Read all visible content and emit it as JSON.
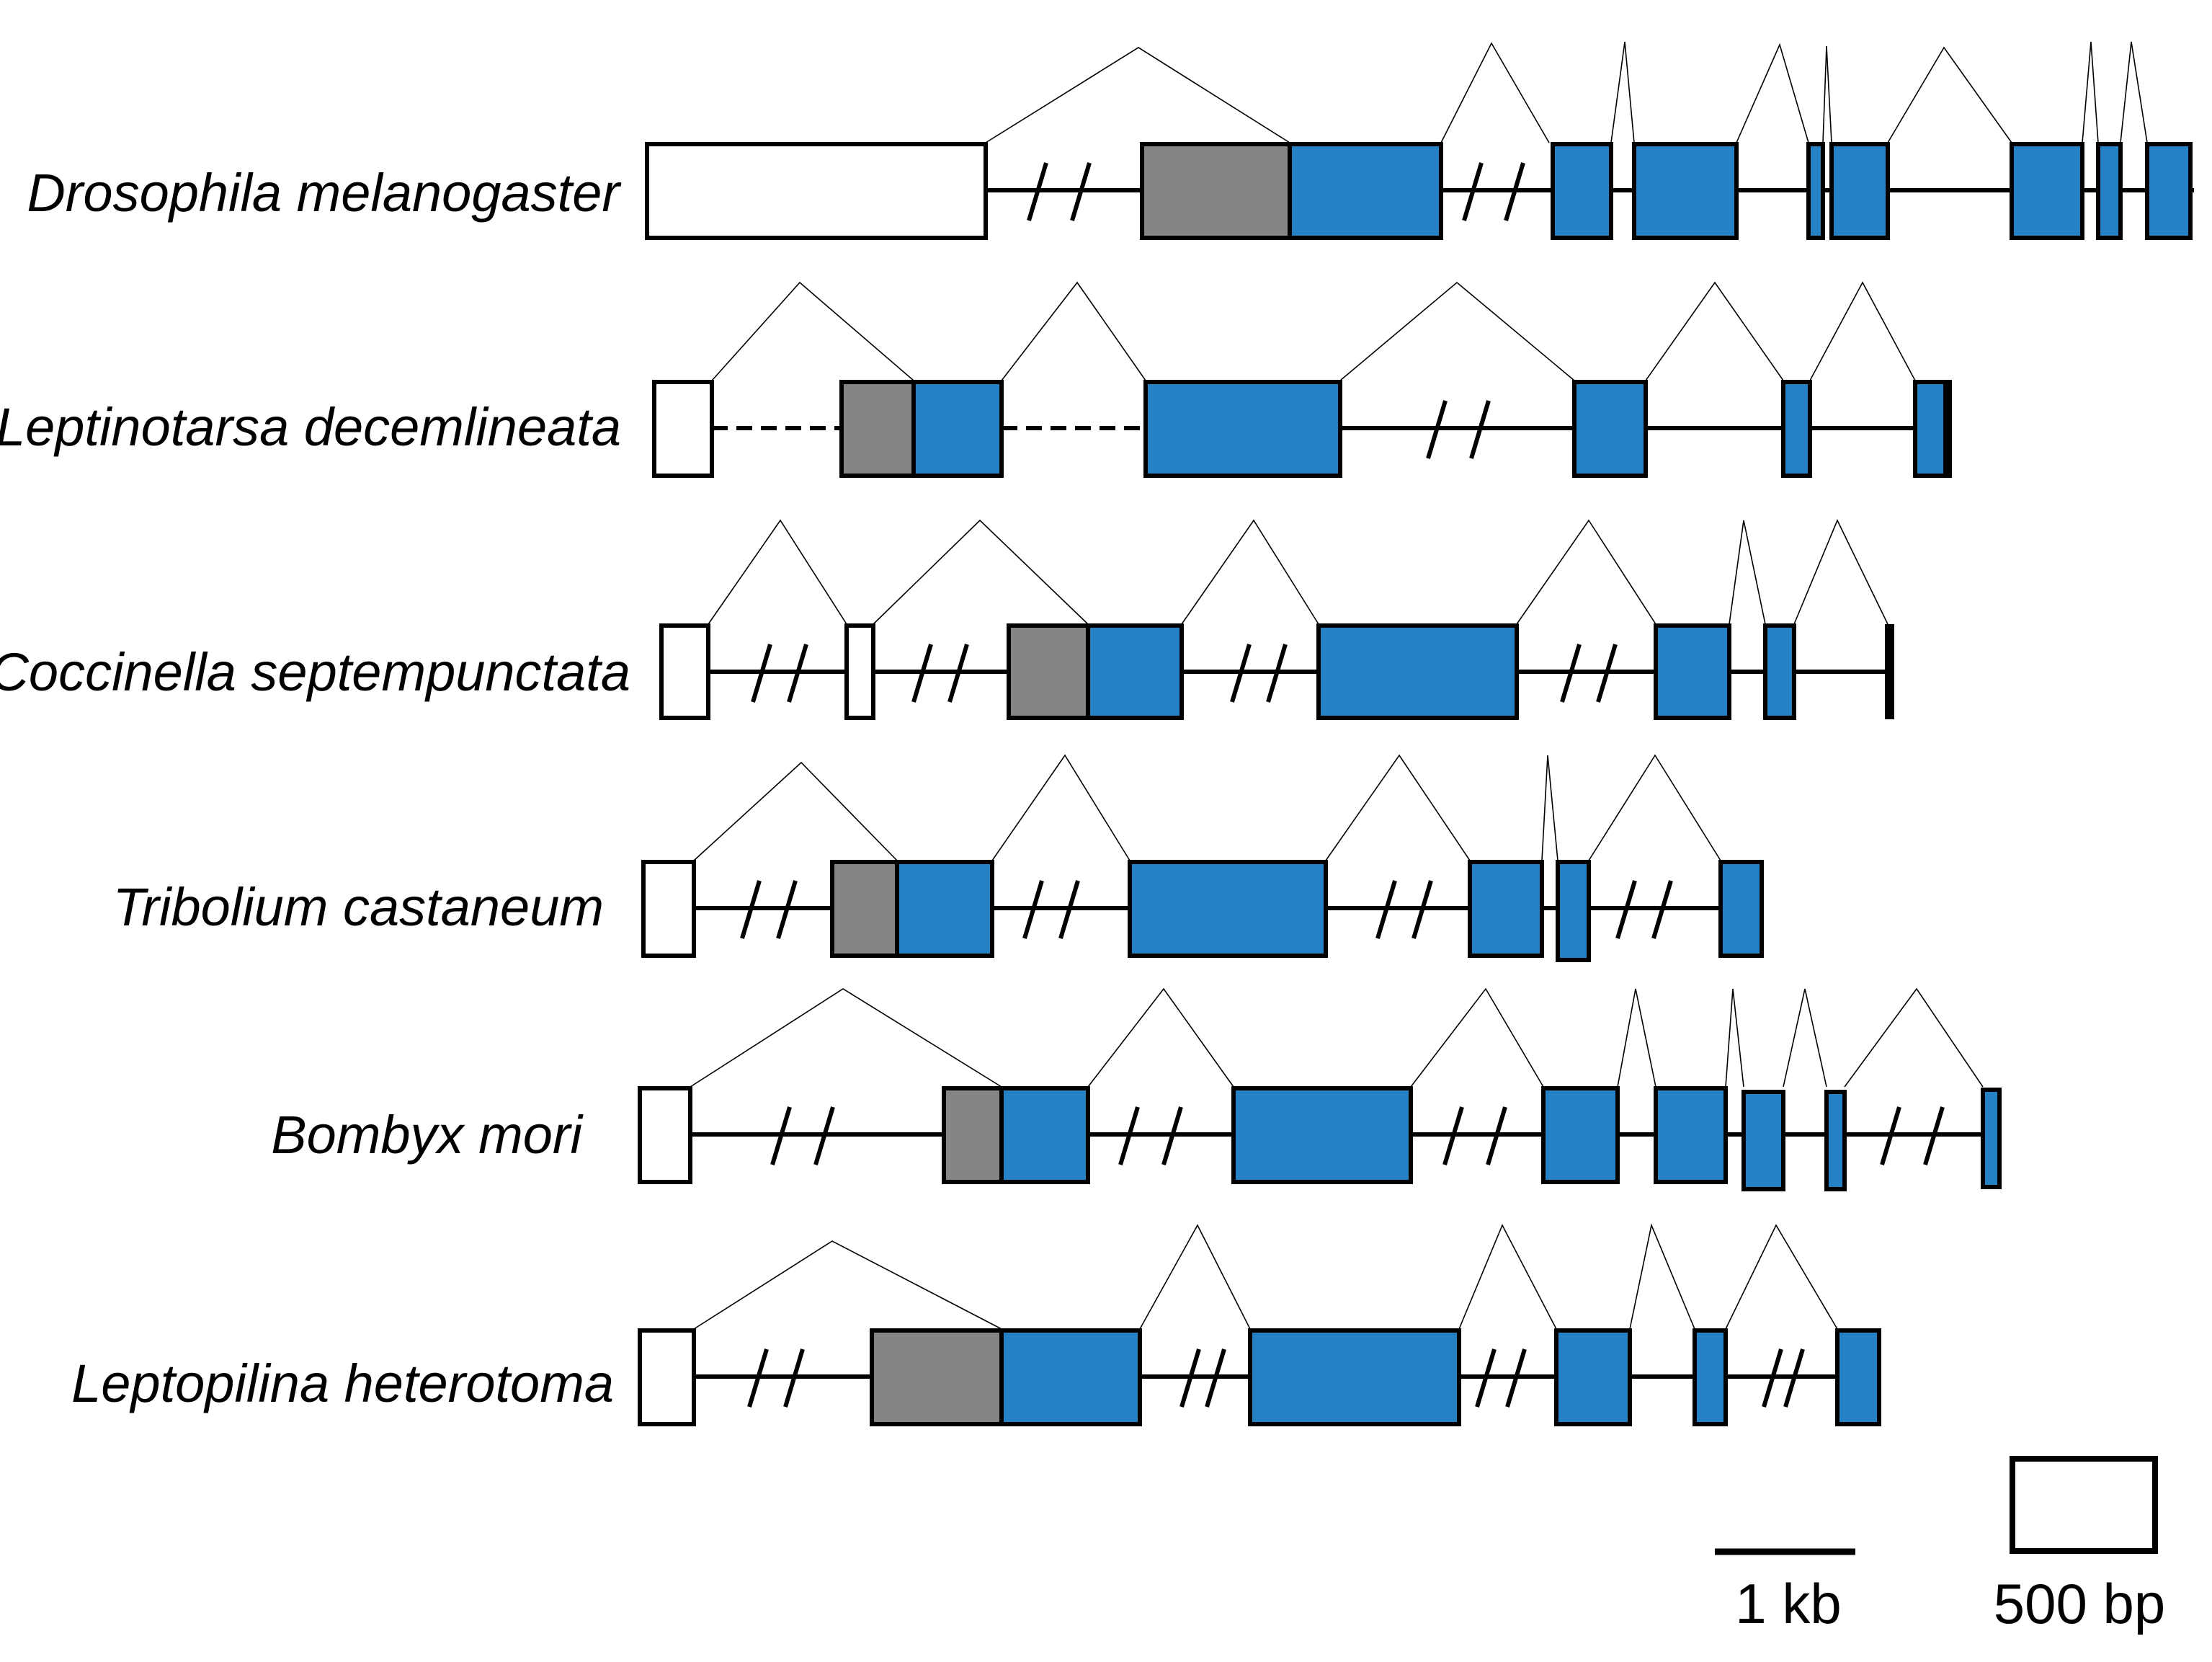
{
  "colors": {
    "coding": "#2381c4",
    "noncoding_gray": "#858585",
    "utr": "#ffffff",
    "stroke": "#000000"
  },
  "species": [
    "Drosophila melanogaster",
    "Leptinotarsa decemlineata",
    "Coccinella septempunctata",
    "Tribolium castaneum",
    "Bombyx mori",
    "Leptopilina heterotoma"
  ],
  "scale": {
    "line_label": "1 kb",
    "box_label": "500 bp"
  }
}
